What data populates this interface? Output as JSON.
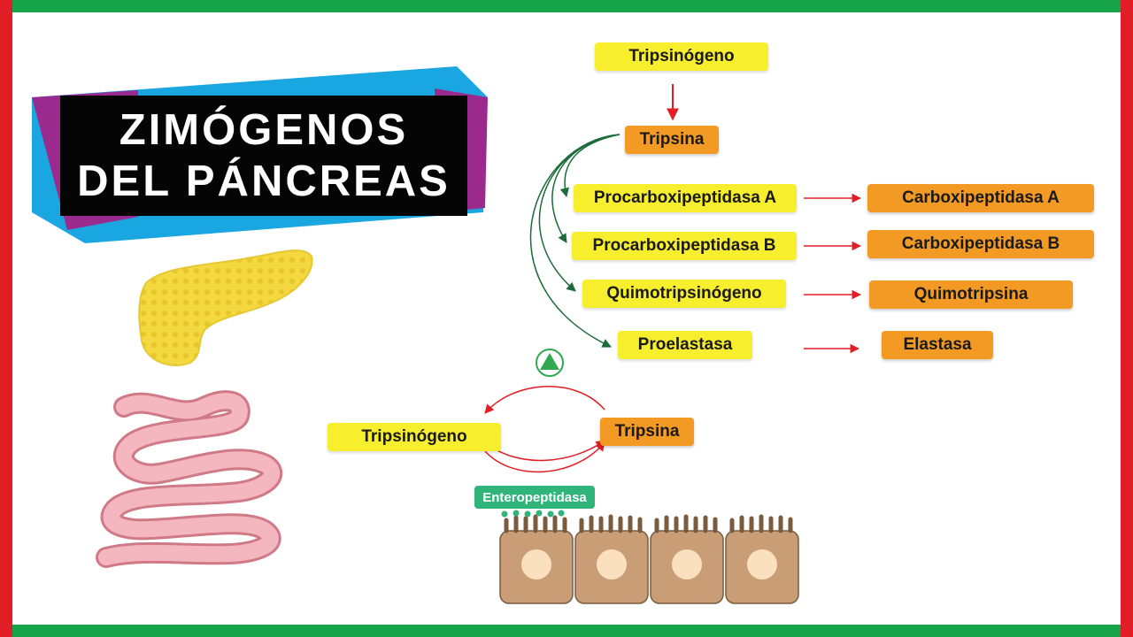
{
  "colors": {
    "frame_top_bottom": "#17a34a",
    "frame_sides": "#e11d25",
    "yellow": "#f7ee2e",
    "orange": "#f39a24",
    "green_arrow": "#1d6b3a",
    "red_arrow": "#e11d25",
    "enteropeptidase": "#2fb57a"
  },
  "title": {
    "line1": "ZIMÓGENOS",
    "line2": "DEL PÁNCREAS"
  },
  "cascade": {
    "top_zymogen": "Tripsinógeno",
    "activator": "Tripsina",
    "zymogens": [
      "Procarboxipeptidasa A",
      "Procarboxipeptidasa B",
      "Quimotripsinógeno",
      "Proelastasa"
    ],
    "enzymes": [
      "Carboxipeptidasa A",
      "Carboxipeptidasa B",
      "Quimotripsina",
      "Elastasa"
    ]
  },
  "activation": {
    "zymogen": "Tripsinógeno",
    "enzyme": "Tripsina",
    "enteropeptidase": "Enteropeptidasa",
    "feedback_icon": "positive-feedback-triangle-icon"
  },
  "illustrations": {
    "pancreas": "pancreas-icon",
    "intestine": "small-intestine-icon",
    "enterocytes": "enterocyte-cells-icon"
  }
}
